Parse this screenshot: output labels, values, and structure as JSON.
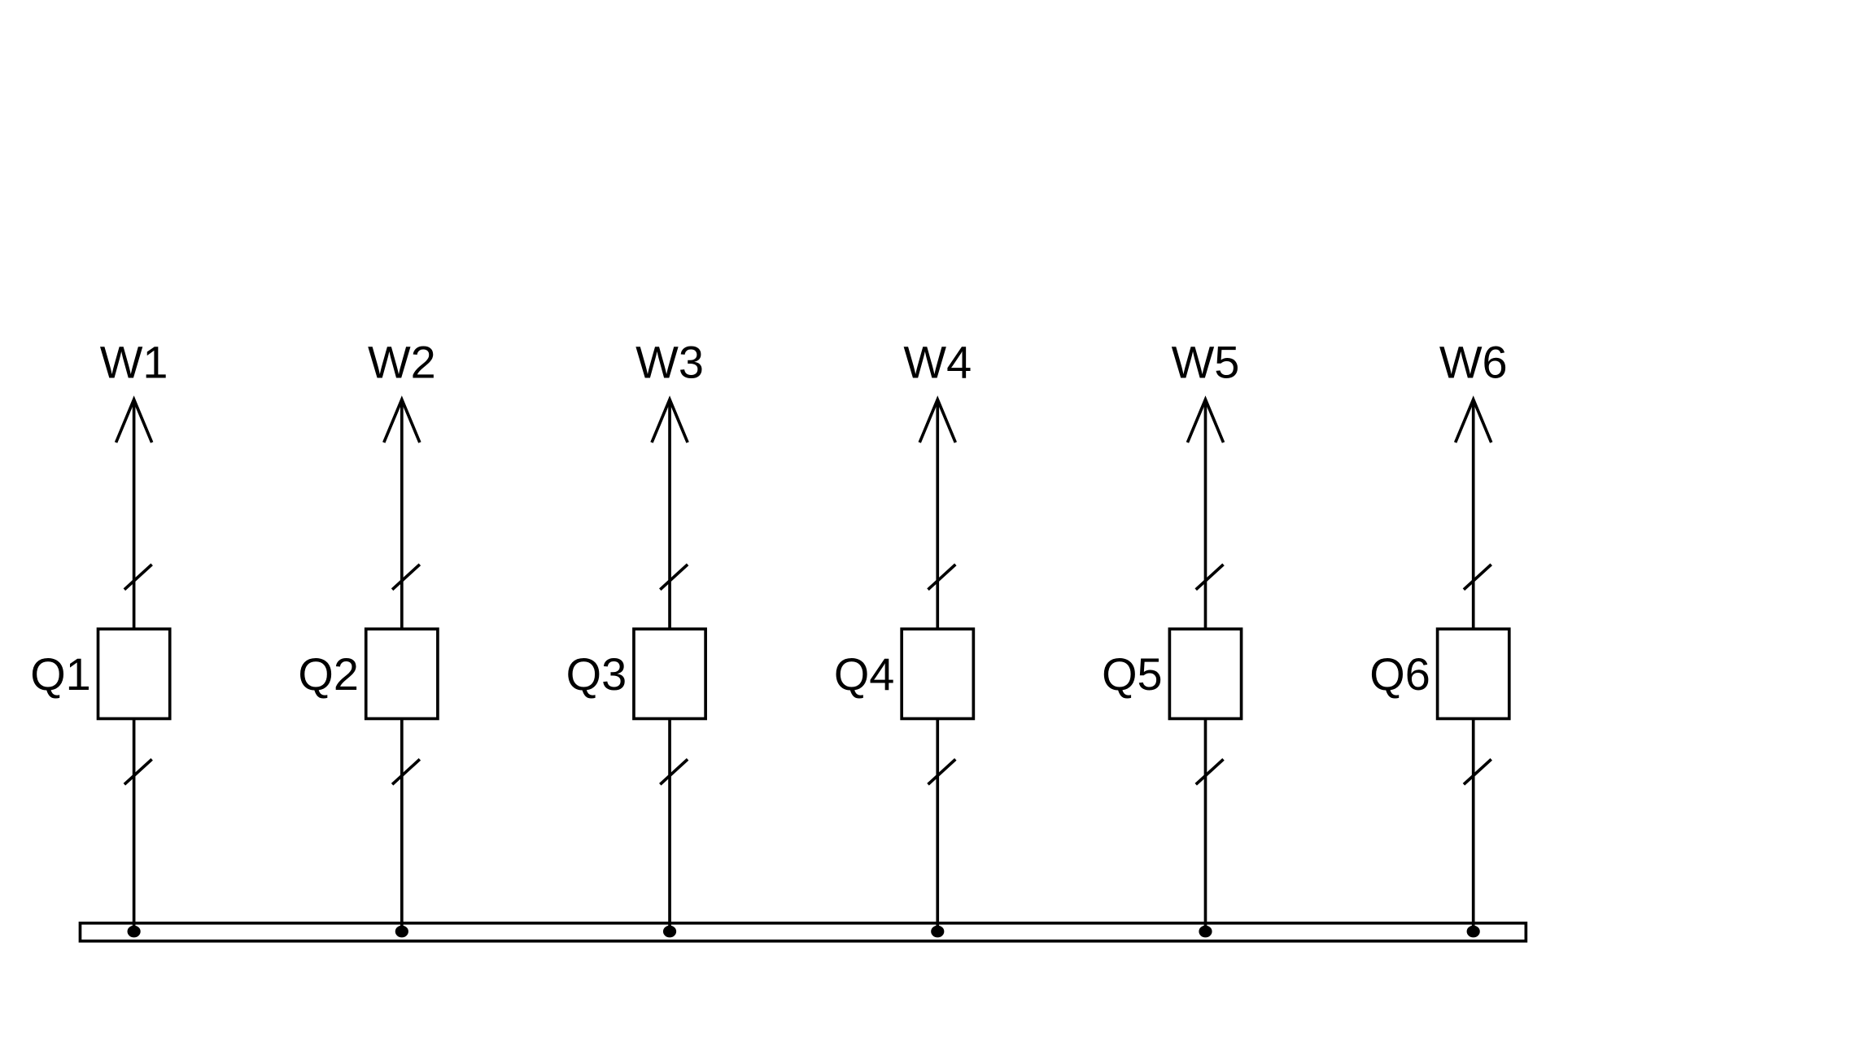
{
  "diagram": {
    "type": "single-line busbar diagram",
    "line_color": "#000000",
    "background": "#ffffff",
    "feeders": [
      {
        "breaker": "Q1",
        "outgoing": "W1"
      },
      {
        "breaker": "Q2",
        "outgoing": "W2"
      },
      {
        "breaker": "Q3",
        "outgoing": "W3"
      },
      {
        "breaker": "Q4",
        "outgoing": "W4"
      },
      {
        "breaker": "Q5",
        "outgoing": "W5"
      },
      {
        "breaker": "Q6",
        "outgoing": "W6"
      }
    ]
  }
}
